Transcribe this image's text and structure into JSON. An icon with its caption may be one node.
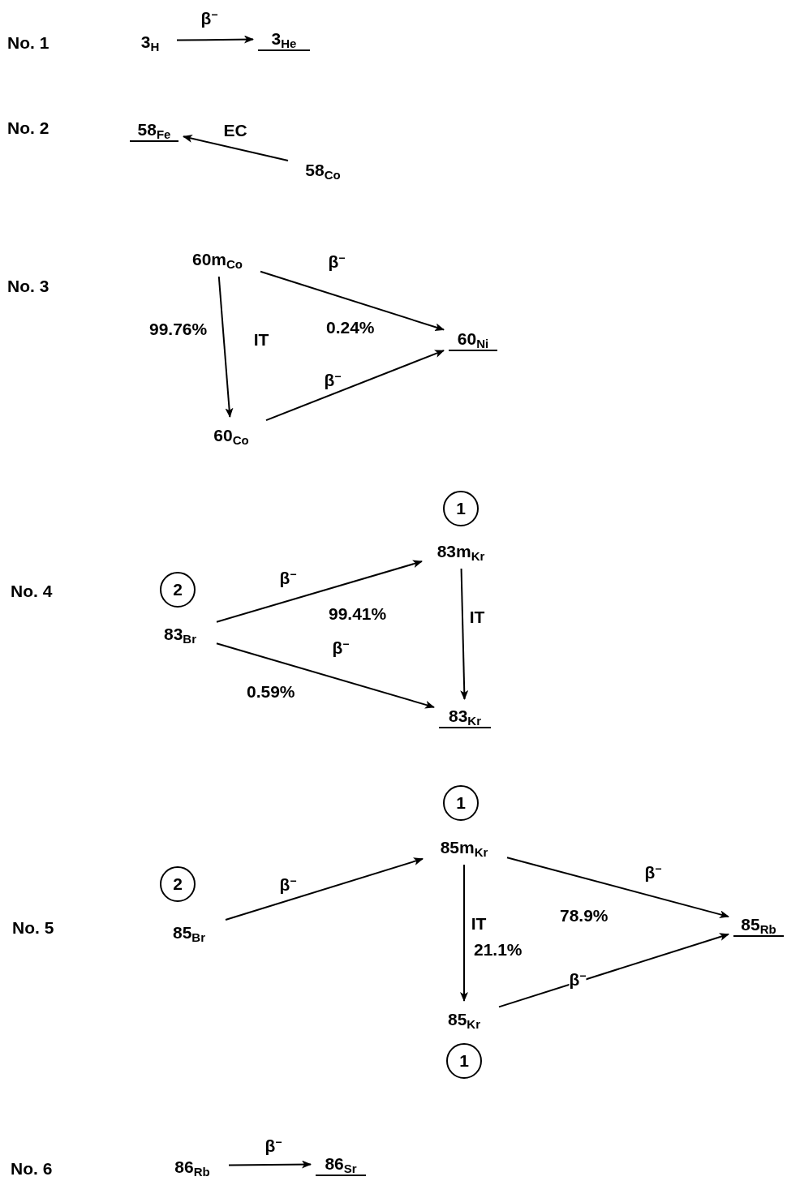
{
  "diagram": {
    "nodes": [
      {
        "text": [
          "3$_{H}$"
        ]
      },
      {
        "text": [
          "3$_{He}$"
        ]
      },
      {
        "text": [
          "58$_{Fe}$"
        ]
      },
      {
        "text": [
          "58$_{Co}$"
        ]
      },
      {
        "text": [
          "60m$_{Co}$"
        ]
      },
      {
        "text": [
          "60$_{Ni}$"
        ]
      },
      {
        "text": [
          "60$_{Co}$"
        ]
      },
      {
        "text": [
          "1"
        ]
      },
      {
        "text": [
          "2"
        ]
      },
      {
        "text": [
          "83m$_{Kr}$"
        ]
      },
      {
        "text": [
          "83$_{Br}$"
        ]
      },
      {
        "text": [
          "83$_{Kr}$"
        ]
      },
      {
        "text": [
          "1"
        ]
      },
      {
        "text": [
          "2"
        ]
      },
      {
        "text": [
          "85m$_{Kr}$"
        ]
      },
      {
        "text": [
          "85$_{Br}$"
        ]
      },
      {
        "text": [
          "85$_{Rb}$"
        ]
      },
      {
        "text": [
          "85$_{Kr}$"
        ]
      },
      {
        "text": [
          "1"
        ]
      },
      {
        "text": [
          "86$_{Rb}$"
        ]
      },
      {
        "text": [
          "86$_{Sr}$"
        ]
      }
    ],
    "edges": [
      {
        "from": 0,
        "to": 1,
        "arrow": "to",
        "label": "β$^{−}$"
      },
      {
        "from": 3,
        "to": 2,
        "arrow": "to",
        "label": "EC"
      },
      {
        "from": 4,
        "to": 5,
        "arrow": "to",
        "label": "β$^{−}$"
      },
      {
        "from": 4,
        "to": 6,
        "arrow": "to",
        "label": "IT"
      },
      {
        "from": 6,
        "to": 5,
        "arrow": "to",
        "label": "β$^{−}$"
      },
      {
        "from": 10,
        "to": 9,
        "arrow": "to",
        "label": "β$^{−}$"
      },
      {
        "from": 10,
        "to": 11,
        "arrow": "to",
        "label": "β$^{−}$"
      },
      {
        "from": 9,
        "to": 11,
        "arrow": "to",
        "label": "IT"
      },
      {
        "from": 15,
        "to": 14,
        "arrow": "to",
        "label": "β$^{−}$"
      },
      {
        "from": 14,
        "to": 16,
        "arrow": "to",
        "label": "β$^{−}$"
      },
      {
        "from": 14,
        "to": 17,
        "arrow": "to",
        "label": "IT"
      },
      {
        "from": 17,
        "to": 16,
        "arrow": "to",
        "label": "β$^{−}$"
      },
      {
        "from": 19,
        "to": 20,
        "arrow": "to",
        "label": "β$^{−}$"
      }
    ],
    "labels": [
      "No. 1",
      "No. 2",
      "No. 3",
      "99.76%",
      "0.24%",
      "No. 4",
      "99.41%",
      "0.59%",
      "No. 5",
      "78.9%",
      "21.1%",
      "No. 6"
    ]
  }
}
